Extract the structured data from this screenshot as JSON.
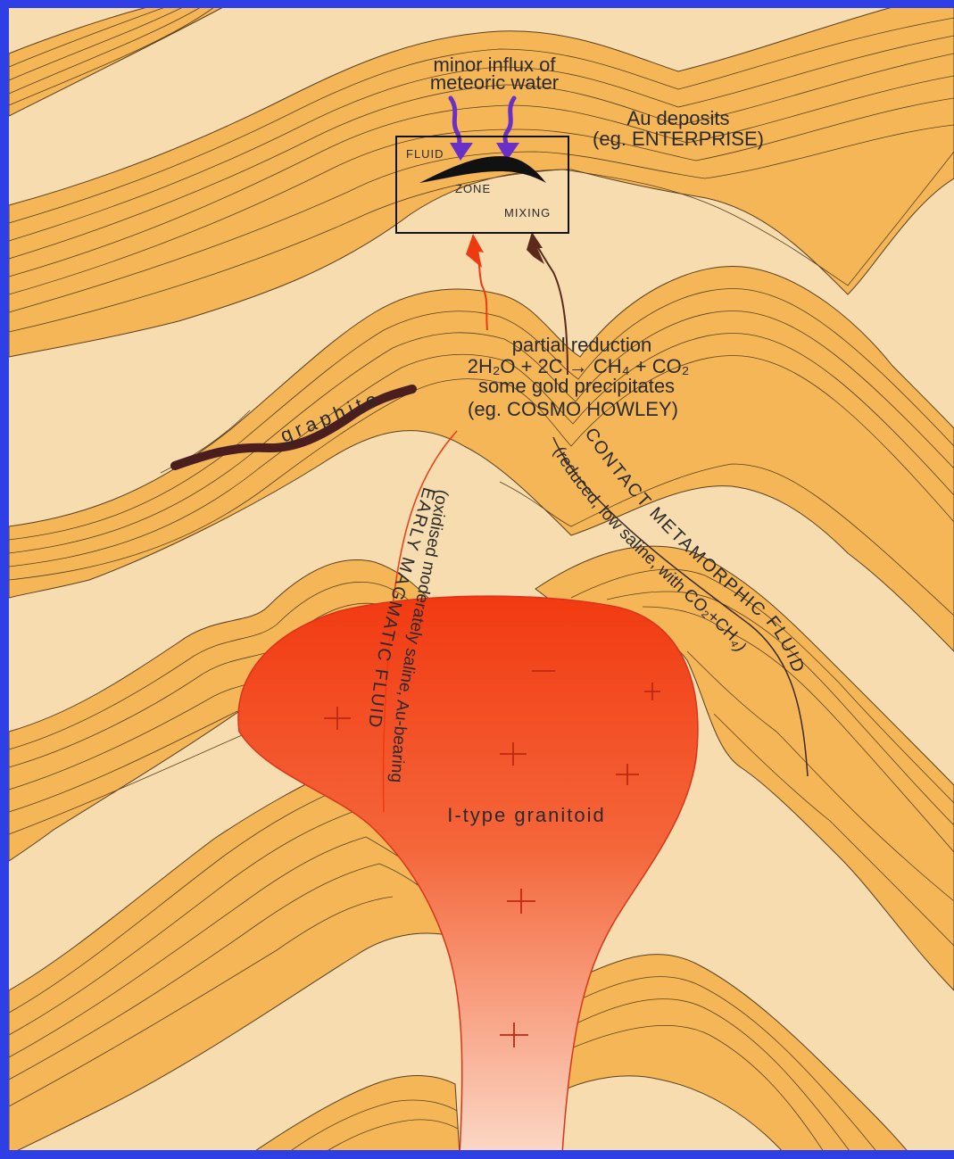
{
  "labels": {
    "meteoric_1": "minor influx of",
    "meteoric_2": "meteoric water",
    "au_deposits_1": "Au deposits",
    "au_deposits_2": "(eg. ENTERPRISE)",
    "box_fluid": "FLUID",
    "box_zone": "ZONE",
    "box_mixing": "MIXING",
    "partial_reduction": "partial reduction",
    "reaction": "2H₂O + 2C → CH₄ + CO₂",
    "some_gold": "some gold precipitates",
    "cosmo_howley": "(eg. COSMO HOWLEY)",
    "graphite": "graphite",
    "contact_fluid": "CONTACT METAMORPHIC FLUID",
    "contact_desc": "(reduced, low saline, with CO₂+CH₄)",
    "early_fluid": "EARLY MAGMATIC FLUID",
    "early_desc": "(oxidised moderately saline, Au-bearing",
    "granitoid": "I-type granitoid"
  },
  "colors": {
    "frame": "#2f3fe6",
    "background": "#f6dcae",
    "strata": "#f4b657",
    "strata_lines": "#5a4020",
    "granite_top": "#f23a12",
    "granite_bottom": "#fbd8c6",
    "graphite": "#4a1e1e",
    "meteoric_arrow": "#6a2fc8",
    "magmatic_arrow": "#ee3a10",
    "contact_arrow": "#5a2a1a"
  }
}
